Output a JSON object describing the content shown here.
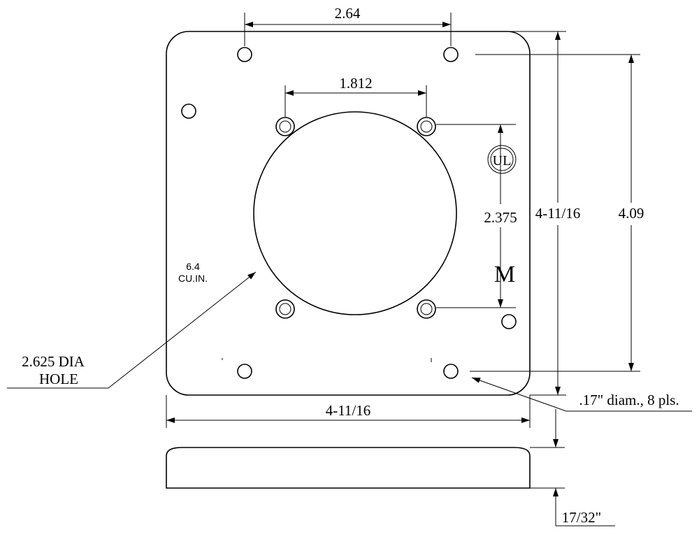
{
  "dimensions": {
    "top_hole_spacing": "2.64",
    "inner_hole_spacing": "1.812",
    "inner_vertical_spacing": "2.375",
    "plate_height": "4-11/16",
    "outer_hole_vertical": "4.09",
    "plate_width": "4-11/16",
    "thickness": "17/32\""
  },
  "labels": {
    "volume_line1": "6.4",
    "volume_line2": "CU.IN.",
    "hole_line1": "2.625 DIA",
    "hole_line2": "HOLE",
    "small_holes": ".17\" diam., 8 pls."
  },
  "marks": {
    "ul_mark": "UL",
    "m_mark": "M"
  }
}
